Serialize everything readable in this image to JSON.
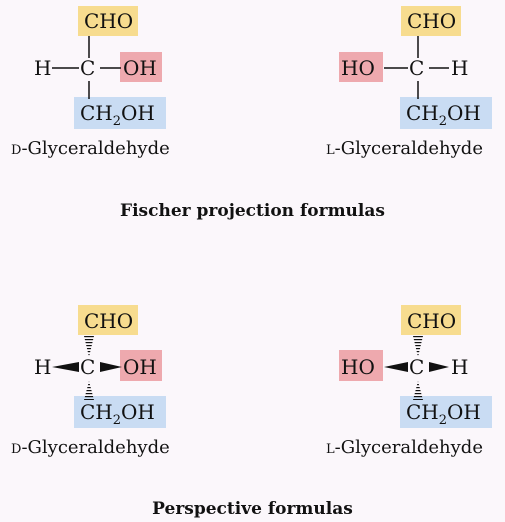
{
  "colors": {
    "background": "#fbf7fb",
    "cho_box": "#f7dc8f",
    "oh_box": "#eea9ae",
    "ch2oh_box": "#c9dcf3",
    "ink": "#111111"
  },
  "fischer": {
    "d": {
      "top": "CHO",
      "left": "H",
      "center": "C",
      "right": "OH",
      "bottom_main": "CH",
      "bottom_sub": "2",
      "bottom_tail": "OH",
      "name_prefix": "D",
      "name_rest": "-Glyceraldehyde"
    },
    "l": {
      "top": "CHO",
      "left": "HO",
      "center": "C",
      "right": "H",
      "bottom_main": "CH",
      "bottom_sub": "2",
      "bottom_tail": "OH",
      "name_prefix": "L",
      "name_rest": "-Glyceraldehyde"
    },
    "caption": "Fischer projection formulas"
  },
  "perspective": {
    "d": {
      "top": "CHO",
      "left": "H",
      "center": "C",
      "right": "OH",
      "bottom_main": "CH",
      "bottom_sub": "2",
      "bottom_tail": "OH",
      "name_prefix": "D",
      "name_rest": "-Glyceraldehyde"
    },
    "l": {
      "top": "CHO",
      "left": "HO",
      "center": "C",
      "right": "H",
      "bottom_main": "CH",
      "bottom_sub": "2",
      "bottom_tail": "OH",
      "name_prefix": "L",
      "name_rest": "-Glyceraldehyde"
    },
    "caption": "Perspective formulas"
  }
}
